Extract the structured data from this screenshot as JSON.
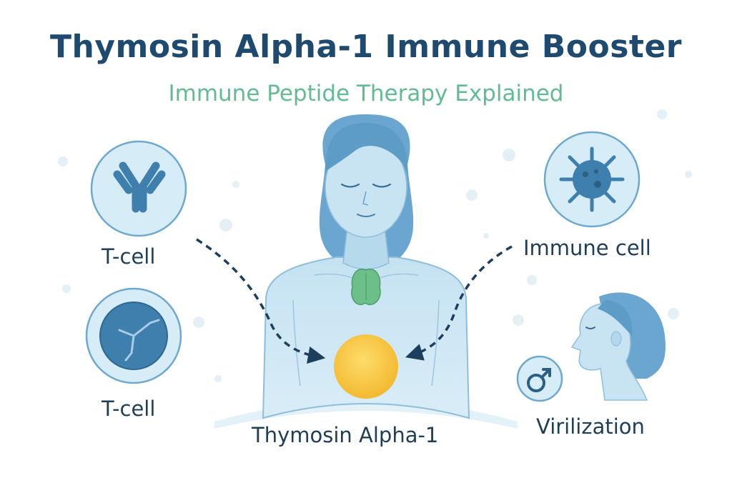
{
  "header": {
    "title": "Thymosin Alpha-1 Immune Booster",
    "subtitle": "Immune Peptide Therapy Explained"
  },
  "labels": {
    "tcell_top": "T-cell",
    "tcell_bottom": "T-cell",
    "immune_cell": "Immune cell",
    "virilization": "Virilization",
    "center": "Thymosin Alpha-1"
  },
  "icons": {
    "antibody": "antibody-icon",
    "cell": "t-cell-icon",
    "virus": "virus-icon",
    "male_symbol": "male-symbol-icon"
  },
  "colors": {
    "title": "#1d4a6e",
    "subtitle": "#62bc93",
    "skin": "#bfdff0",
    "hair": "#5d9cc7",
    "thymus": "#6dbf8a",
    "peptide": "#f7c443",
    "circle_fill": "#d6ecf7",
    "circle_stroke": "#6fa8cf"
  }
}
